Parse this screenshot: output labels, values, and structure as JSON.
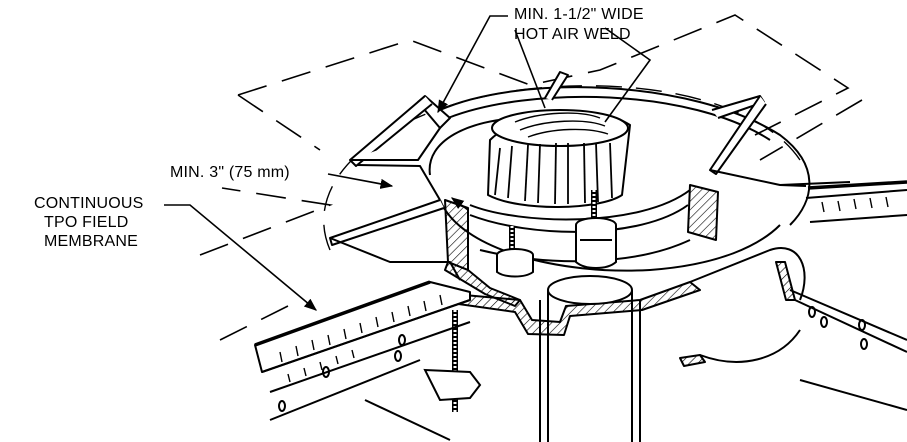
{
  "labels": {
    "weld_line1": "MIN. 1-1/2\" WIDE",
    "weld_line2": "HOT AIR WELD",
    "min_overlap": "MIN. 3\" (75 mm)",
    "membrane_line1": "CONTINUOUS",
    "membrane_line2": "TPO FIELD",
    "membrane_line3": "MEMBRANE"
  },
  "colors": {
    "ink": "#000000",
    "paper": "#ffffff"
  }
}
